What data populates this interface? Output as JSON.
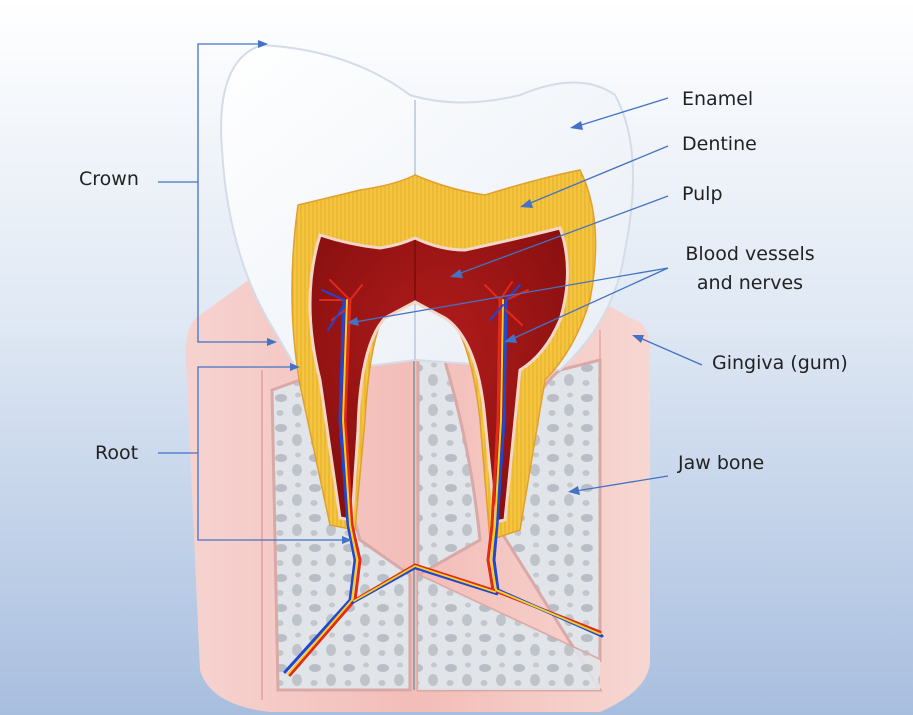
{
  "labels": {
    "crown": "Crown",
    "root": "Root",
    "enamel": "Enamel",
    "dentine": "Dentine",
    "pulp": "Pulp",
    "vessels_line1": "Blood vessels",
    "vessels_line2": "and nerves",
    "gingiva": "Gingiva (gum)",
    "jaw_bone": "Jaw bone"
  },
  "colors": {
    "background_top": "#ffffff",
    "background_bottom": "#a8bedf",
    "pointer": "#4472c4",
    "enamel": "#f4f8fc",
    "dentine": "#f2c23a",
    "pulp": "#9e1414",
    "gum": "#f2bcbc",
    "bone": "#d9dde2",
    "artery": "#e02a1a",
    "vein": "#2046d6",
    "nerve": "#f5d020"
  }
}
